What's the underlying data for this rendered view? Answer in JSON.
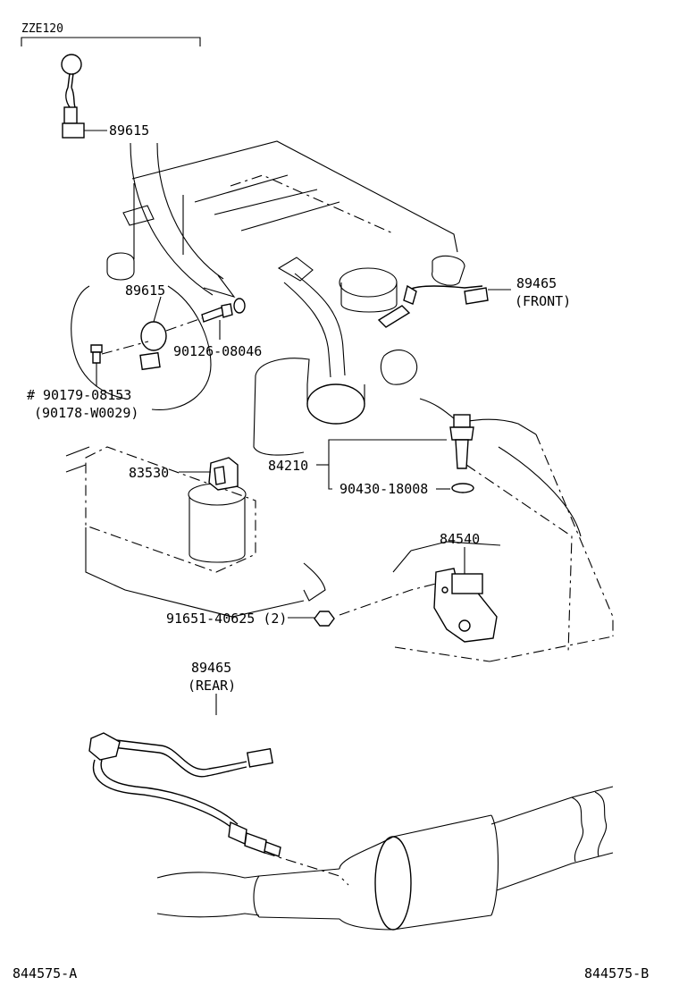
{
  "diagram": {
    "model_code": "ZZE120",
    "labels": {
      "knock_sensor_top": "89615",
      "knock_sensor_engine": "89615",
      "bolt_knock": "90126-08046",
      "bolt_mount_main": "90179-08153",
      "bolt_mount_alt": "(90178-W0029)",
      "mark_symbol": "#",
      "oil_pressure_switch": "83530",
      "temp_sensor": "84210",
      "gasket": "90430-18008",
      "neutral_switch": "84540",
      "nut_qty": "91651-40625 (2)",
      "o2_front_num": "89465",
      "o2_front_pos": "(FRONT)",
      "o2_rear_num": "89465",
      "o2_rear_pos": "(REAR)"
    },
    "footer": {
      "left_ref": "844575-A",
      "right_ref": "844575-B"
    }
  }
}
